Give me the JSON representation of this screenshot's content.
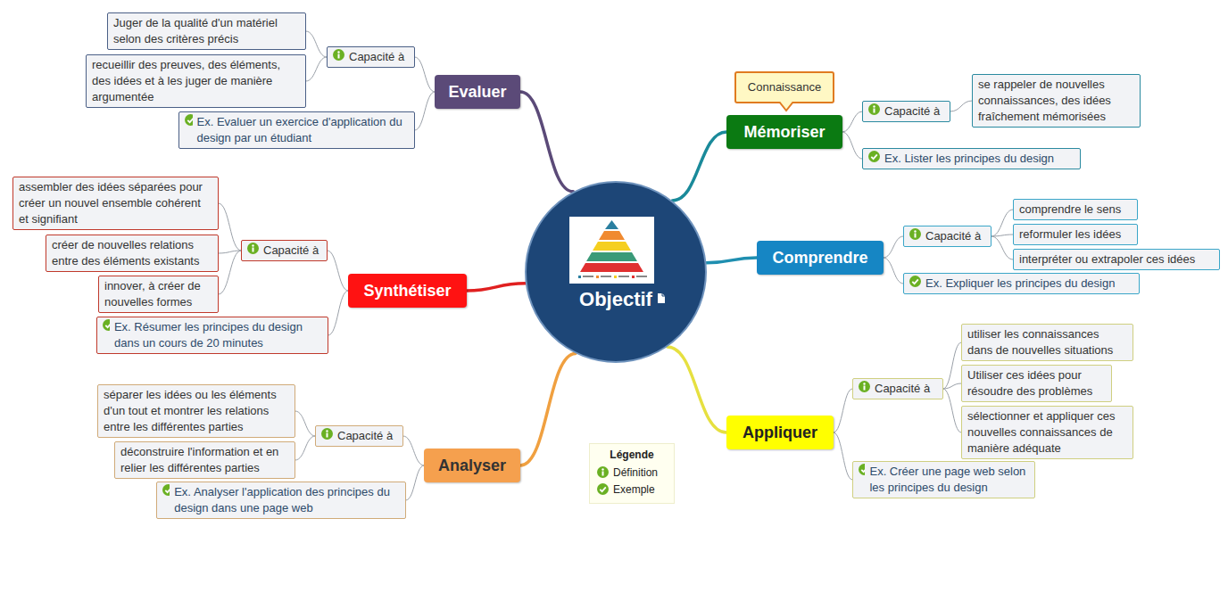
{
  "diagram": {
    "nodes": [
      {
        "text": [
          "Objectif"
        ]
      },
      {
        "text": [
          "Evaluer"
        ]
      },
      {
        "text": [
          "Capacité à"
        ]
      },
      {
        "text": [
          "Juger de la qualité d'un matériel selon des critères précis"
        ]
      },
      {
        "text": [
          "recueillir des preuves, des éléments, des idées et à les juger de manière argumentée"
        ]
      },
      {
        "text": [
          "Ex. Evaluer un exercice d'application du design par un étudiant"
        ]
      },
      {
        "text": [
          "Mémoriser"
        ]
      },
      {
        "text": [
          "Connaissance"
        ]
      },
      {
        "text": [
          "Capacité à"
        ]
      },
      {
        "text": [
          "se rappeler de nouvelles connaissances, des idées fraîchement mémorisées"
        ]
      },
      {
        "text": [
          "Ex. Lister les principes du design"
        ]
      },
      {
        "text": [
          "Synthétiser"
        ]
      },
      {
        "text": [
          "Capacité à"
        ]
      },
      {
        "text": [
          "assembler des idées séparées pour créer un nouvel ensemble cohérent et signifiant"
        ]
      },
      {
        "text": [
          "créer de nouvelles relations entre des éléments existants"
        ]
      },
      {
        "text": [
          "innover, à créer de nouvelles formes"
        ]
      },
      {
        "text": [
          "Ex. Résumer les principes du design dans un cours de 20 minutes"
        ]
      },
      {
        "text": [
          "Comprendre"
        ]
      },
      {
        "text": [
          "Capacité à"
        ]
      },
      {
        "text": [
          "comprendre le sens"
        ]
      },
      {
        "text": [
          "reformuler les idées"
        ]
      },
      {
        "text": [
          "interpréter ou extrapoler ces idées"
        ]
      },
      {
        "text": [
          "Ex. Expliquer les principes du design"
        ]
      },
      {
        "text": [
          "Appliquer"
        ]
      },
      {
        "text": [
          "Capacité à"
        ]
      },
      {
        "text": [
          "utiliser les connaissances dans de nouvelles situations"
        ]
      },
      {
        "text": [
          "Utiliser ces idées pour résoudre des problèmes"
        ]
      },
      {
        "text": [
          "sélectionner et appliquer ces nouvelles connaissances de manière adéquate"
        ]
      },
      {
        "text": [
          "Ex. Créer une page web selon les principes du design"
        ]
      },
      {
        "text": [
          "Analyser"
        ]
      },
      {
        "text": [
          "Capacité à"
        ]
      },
      {
        "text": [
          "séparer les idées ou les éléments d'un tout et montrer les relations entre les différentes parties"
        ]
      },
      {
        "text": [
          "déconstruire l'information et en relier les différentes parties"
        ]
      },
      {
        "text": [
          "Ex. Analyser l'application des principes du design dans une page web"
        ]
      }
    ],
    "edges": [
      {
        "from": 0,
        "to": 1,
        "arrow": "none"
      },
      {
        "from": 0,
        "to": 6,
        "arrow": "none"
      },
      {
        "from": 0,
        "to": 11,
        "arrow": "none"
      },
      {
        "from": 0,
        "to": 17,
        "arrow": "none"
      },
      {
        "from": 0,
        "to": 23,
        "arrow": "none"
      },
      {
        "from": 0,
        "to": 29,
        "arrow": "none"
      },
      {
        "from": 1,
        "to": 2,
        "arrow": "none"
      },
      {
        "from": 1,
        "to": 5,
        "arrow": "none"
      },
      {
        "from": 2,
        "to": 3,
        "arrow": "none"
      },
      {
        "from": 2,
        "to": 4,
        "arrow": "none"
      },
      {
        "from": 6,
        "to": 8,
        "arrow": "none"
      },
      {
        "from": 6,
        "to": 10,
        "arrow": "none"
      },
      {
        "from": 8,
        "to": 9,
        "arrow": "none"
      },
      {
        "from": 11,
        "to": 12,
        "arrow": "none"
      },
      {
        "from": 11,
        "to": 16,
        "arrow": "none"
      },
      {
        "from": 12,
        "to": 13,
        "arrow": "none"
      },
      {
        "from": 12,
        "to": 14,
        "arrow": "none"
      },
      {
        "from": 12,
        "to": 15,
        "arrow": "none"
      },
      {
        "from": 17,
        "to": 18,
        "arrow": "none"
      },
      {
        "from": 17,
        "to": 22,
        "arrow": "none"
      },
      {
        "from": 18,
        "to": 19,
        "arrow": "none"
      },
      {
        "from": 18,
        "to": 20,
        "arrow": "none"
      },
      {
        "from": 18,
        "to": 21,
        "arrow": "none"
      },
      {
        "from": 23,
        "to": 24,
        "arrow": "none"
      },
      {
        "from": 23,
        "to": 28,
        "arrow": "none"
      },
      {
        "from": 24,
        "to": 25,
        "arrow": "none"
      },
      {
        "from": 24,
        "to": 26,
        "arrow": "none"
      },
      {
        "from": 24,
        "to": 27,
        "arrow": "none"
      },
      {
        "from": 29,
        "to": 30,
        "arrow": "none"
      },
      {
        "from": 29,
        "to": 33,
        "arrow": "none"
      },
      {
        "from": 30,
        "to": 31,
        "arrow": "none"
      },
      {
        "from": 30,
        "to": 32,
        "arrow": "none"
      }
    ],
    "labels": [
      "Légende"
    ],
    "legend": [
      {
        "text": "Définition"
      },
      {
        "text": "Exemple"
      }
    ]
  }
}
